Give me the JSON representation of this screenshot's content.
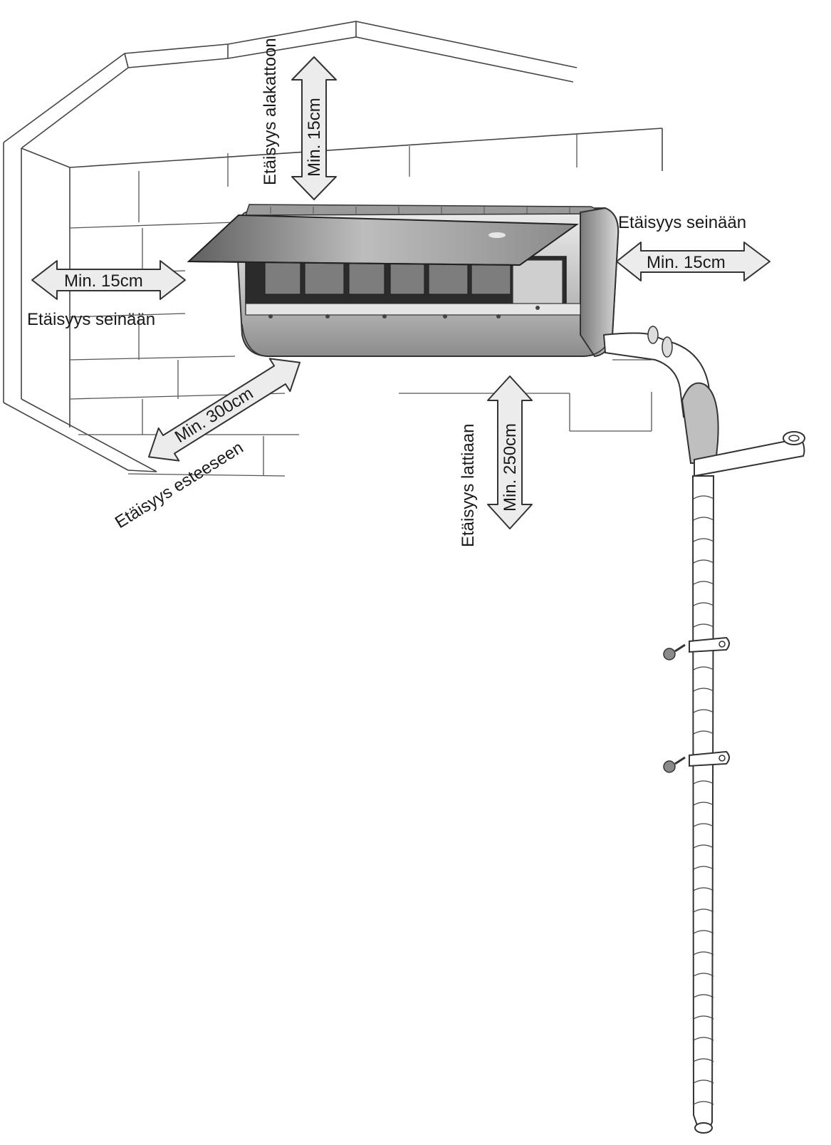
{
  "labels": {
    "ceiling_distance": "Etäisyys alakattoon",
    "ceiling_min": "Min. 15cm",
    "left_wall_distance": "Etäisyys seinään",
    "left_wall_min": "Min. 15cm",
    "right_wall_distance": "Etäisyys seinään",
    "right_wall_min": "Min. 15cm",
    "obstacle_distance": "Etäisyys esteeseen",
    "obstacle_min": "Min. 300cm",
    "floor_distance": "Etäisyys lattiaan",
    "floor_min": "Min. 250cm"
  },
  "icons": {
    "indoor_unit": "air-conditioner-unit-icon",
    "drain_pipe": "drain-pipe-icon",
    "screw": "screw-icon",
    "pipe_clamp": "pipe-clamp-icon"
  },
  "colors": {
    "line": "#333333",
    "arrow_fill": "#ececec",
    "unit_body": "#d9d9d9",
    "unit_dark": "#6f6f6f"
  }
}
